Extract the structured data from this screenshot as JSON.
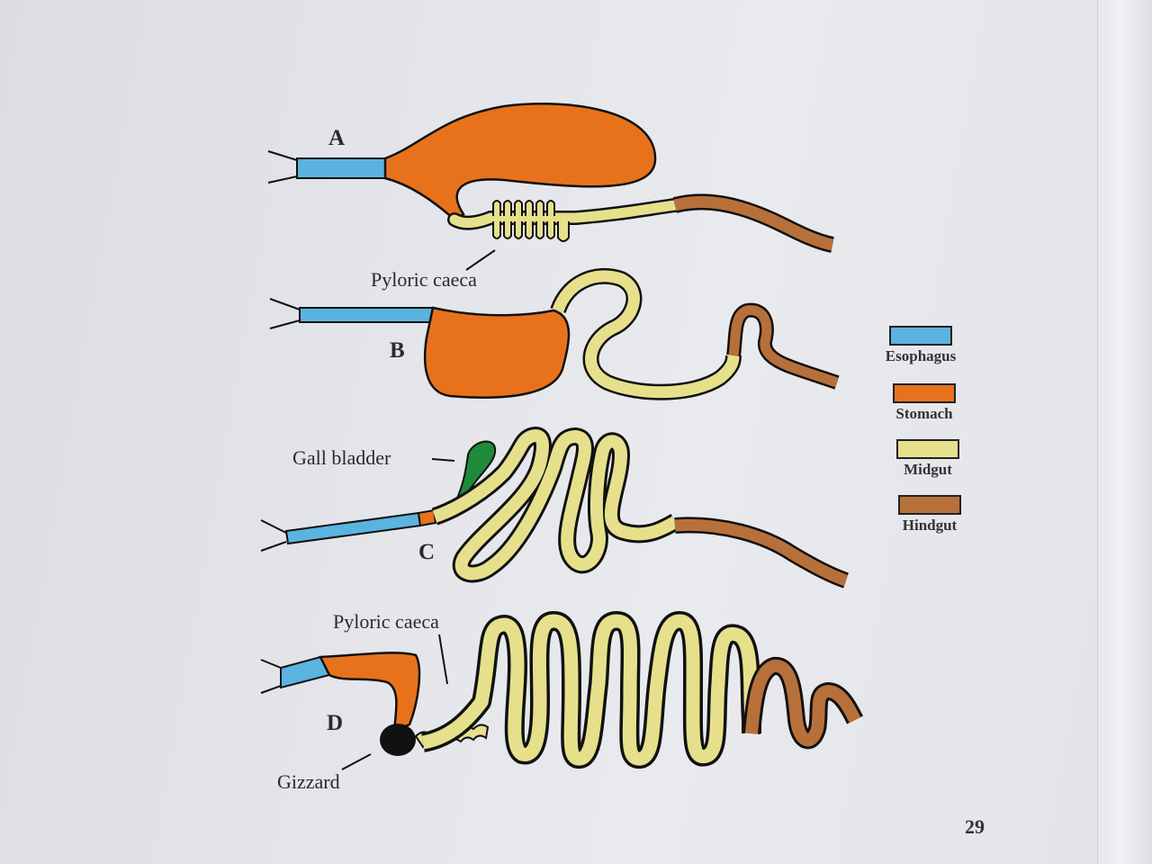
{
  "letters": {
    "a": "A",
    "b": "B",
    "c": "C",
    "d": "D"
  },
  "callouts": {
    "pyloric_caeca_a": "Pyloric caeca",
    "gall_bladder": "Gall bladder",
    "pyloric_caeca_d": "Pyloric caeca",
    "gizzard": "Gizzard"
  },
  "legend": [
    {
      "label": "Esophagus",
      "color": "#5bb3df"
    },
    {
      "label": "Stomach",
      "color": "#e8721c"
    },
    {
      "label": "Midgut",
      "color": "#e6e08c"
    },
    {
      "label": "Hindgut",
      "color": "#b8703a"
    }
  ],
  "colors": {
    "esophagus": "#5bb3df",
    "stomach": "#e8721c",
    "midgut": "#e6e08c",
    "hindgut": "#b8703a",
    "gall_bladder": "#1f8a3a",
    "gizzard": "#111111",
    "outline": "#111111"
  },
  "page_number": "29"
}
